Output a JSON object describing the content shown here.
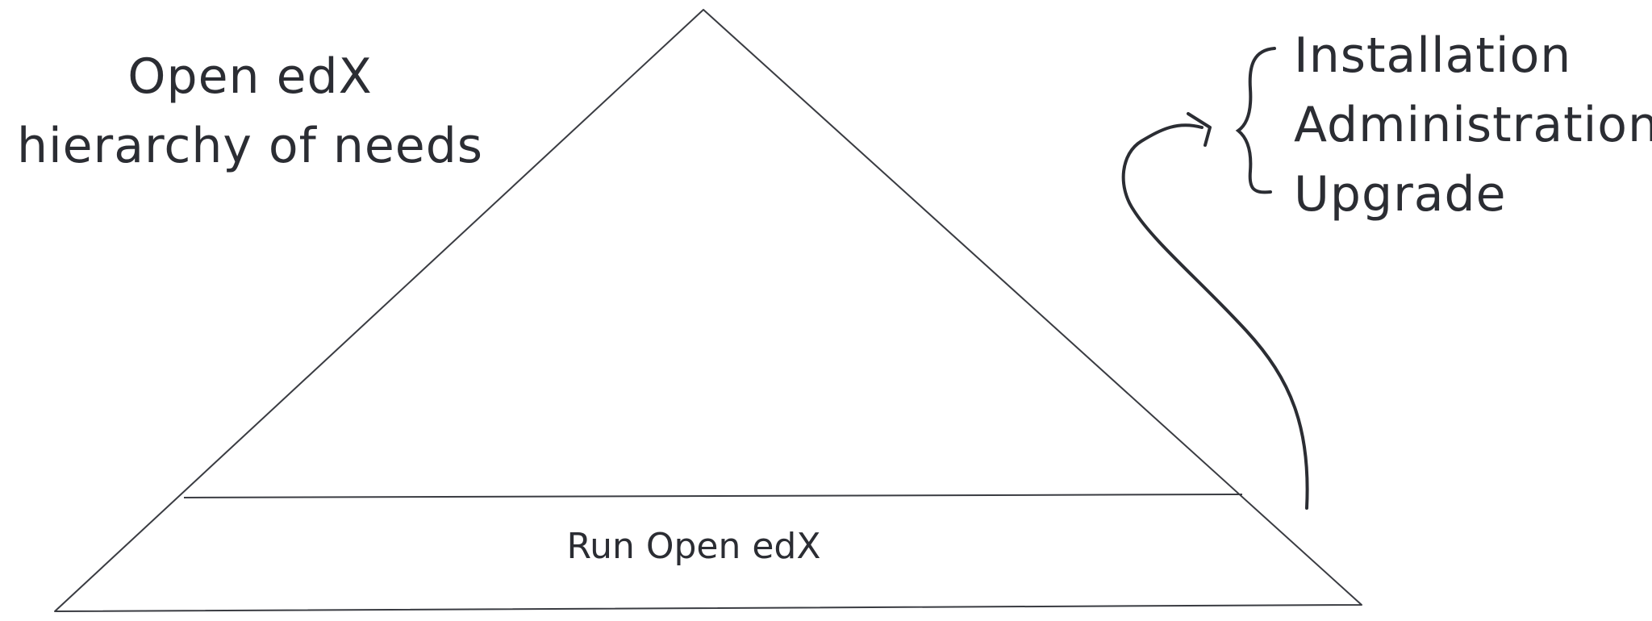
{
  "title": {
    "line1": "Open edX",
    "line2": "hierarchy of needs"
  },
  "pyramid": {
    "layers": [
      {
        "label": ""
      },
      {
        "label": "Run Open edX"
      }
    ]
  },
  "annotation": {
    "items": [
      "Installation",
      "Administration",
      "Upgrade"
    ]
  },
  "colors": {
    "ink": "#2b2d33",
    "background": "#ffffff"
  }
}
